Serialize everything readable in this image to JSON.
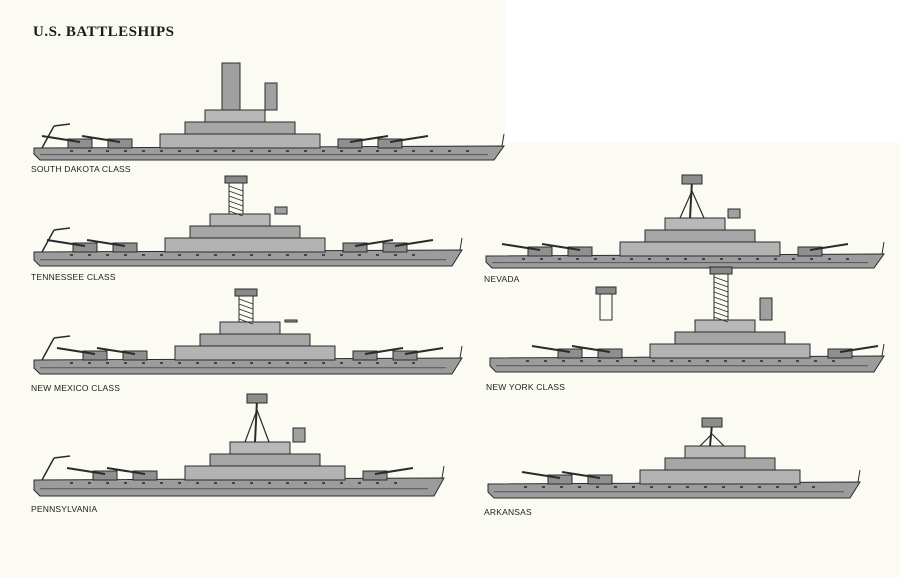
{
  "title": "U.S. BATTLESHIPS",
  "ships": [
    {
      "id": "south-dakota",
      "label": "SOUTH DAKOTA CLASS"
    },
    {
      "id": "tennessee",
      "label": "TENNESSEE CLASS"
    },
    {
      "id": "nevada",
      "label": "NEVADA"
    },
    {
      "id": "new-mexico",
      "label": "NEW MEXICO CLASS"
    },
    {
      "id": "new-york",
      "label": "NEW YORK CLASS"
    },
    {
      "id": "pennsylvania",
      "label": "PENNSYLVANIA"
    },
    {
      "id": "arkansas",
      "label": "ARKANSAS"
    }
  ]
}
